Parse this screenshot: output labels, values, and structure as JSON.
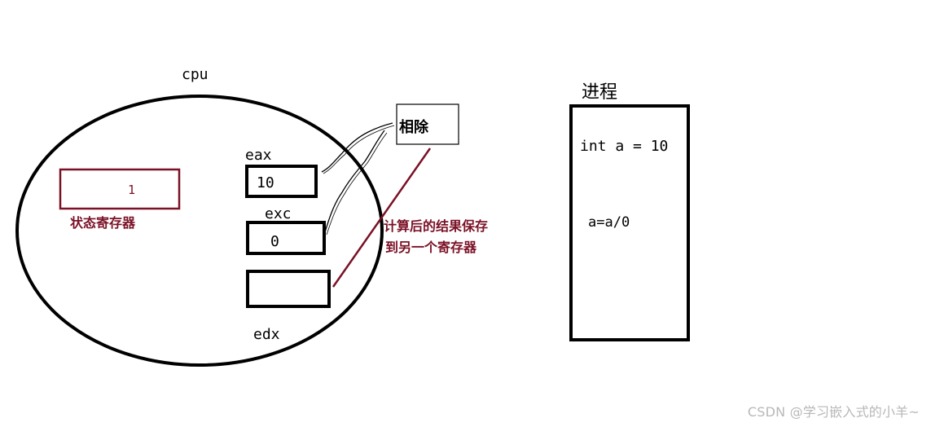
{
  "cpu": {
    "label": "cpu"
  },
  "status_register": {
    "value": "1",
    "label": "状态寄存器"
  },
  "registers": {
    "eax": {
      "label": "eax",
      "value": "10"
    },
    "exc": {
      "label": "exc",
      "value": "0"
    },
    "edx": {
      "label": "edx",
      "value": ""
    }
  },
  "divide_box": {
    "label": "相除"
  },
  "result_annotation": {
    "line1": "计算后的结果保存",
    "line2": "到另一个寄存器"
  },
  "process": {
    "title": "进程",
    "line1": "int a = 10",
    "line2": "a=a/0"
  },
  "watermark": "CSDN @学习嵌入式的小羊~",
  "colors": {
    "dark_red": "#7a1126",
    "black": "#000000",
    "watermark_gray": "#b8b8b8"
  }
}
